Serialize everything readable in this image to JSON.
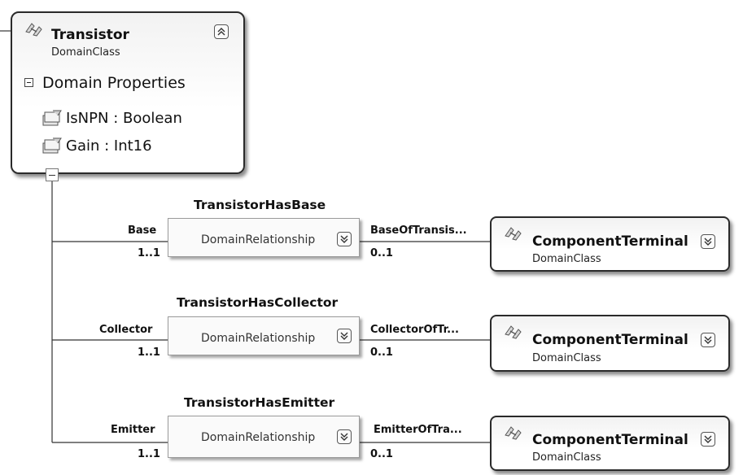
{
  "transistor": {
    "title": "Transistor",
    "kind": "DomainClass",
    "section": "Domain Properties",
    "properties": [
      "IsNPN : Boolean",
      "Gain : Int16"
    ]
  },
  "relationships": [
    {
      "name": "TransistorHasBase",
      "kind": "DomainRelationship",
      "source_role": "Base",
      "source_mult": "1..1",
      "target_role": "BaseOfTransis...",
      "target_mult": "0..1",
      "target_class": "ComponentTerminal",
      "target_kind": "DomainClass"
    },
    {
      "name": "TransistorHasCollector",
      "kind": "DomainRelationship",
      "source_role": "Collector",
      "source_mult": "1..1",
      "target_role": "CollectorOfTr...",
      "target_mult": "0..1",
      "target_class": "ComponentTerminal",
      "target_kind": "DomainClass"
    },
    {
      "name": "TransistorHasEmitter",
      "kind": "DomainRelationship",
      "source_role": "Emitter",
      "source_mult": "1..1",
      "target_role": "EmitterOfTra...",
      "target_mult": "0..1",
      "target_class": "ComponentTerminal",
      "target_kind": "DomainClass"
    }
  ],
  "icons": {
    "class_icon": "domain-class-icon",
    "property_icon": "domain-property-icon",
    "collapse": "collapse-chevron-icon",
    "expand": "expand-chevron-icon"
  }
}
